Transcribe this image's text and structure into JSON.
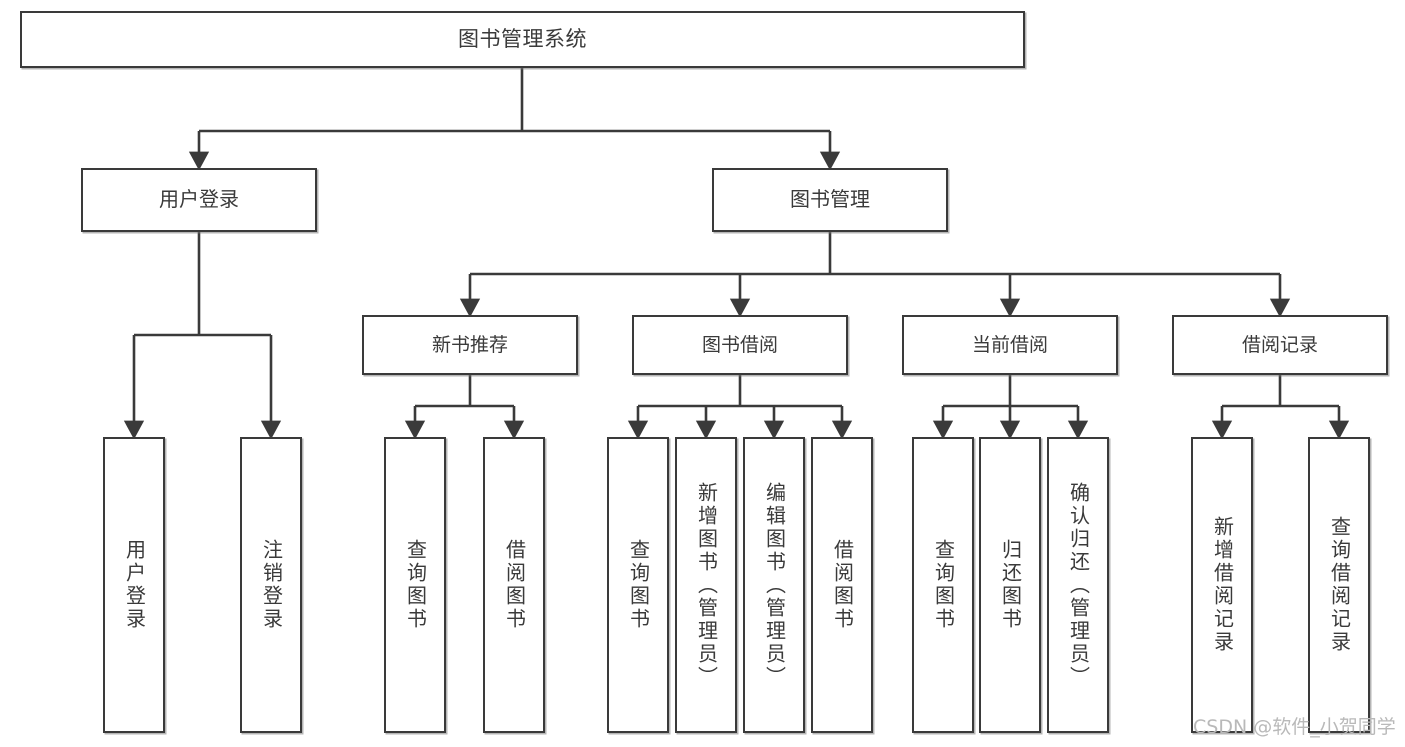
{
  "diagram": {
    "type": "tree",
    "title": "图书管理系统",
    "watermark": "CSDN @软件_小贺同学",
    "colors": {
      "stroke": "#3a3a3a",
      "fill": "#ffffff",
      "text": "#3a3a3a",
      "watermark": "#b9b9b9",
      "background": "#ffffff"
    },
    "nodes": {
      "root": {
        "label": "图书管理系统"
      },
      "level2": [
        {
          "id": "user-login",
          "label": "用户登录"
        },
        {
          "id": "book-management",
          "label": "图书管理"
        }
      ],
      "level3": [
        {
          "id": "new-book-recommend",
          "label": "新书推荐"
        },
        {
          "id": "book-borrow",
          "label": "图书借阅"
        },
        {
          "id": "current-borrow",
          "label": "当前借阅"
        },
        {
          "id": "borrow-record",
          "label": "借阅记录"
        }
      ],
      "leaves": {
        "user-login": [
          {
            "id": "leaf-user-login",
            "label": "用户登录"
          },
          {
            "id": "leaf-logout-login",
            "label": "注销登录"
          }
        ],
        "new-book-recommend": [
          {
            "id": "leaf-query-book-1",
            "label": "查询图书"
          },
          {
            "id": "leaf-borrow-book-1",
            "label": "借阅图书"
          }
        ],
        "book-borrow": [
          {
            "id": "leaf-query-book-2",
            "label": "查询图书"
          },
          {
            "id": "leaf-add-book",
            "label": "新增图书（管理员）"
          },
          {
            "id": "leaf-edit-book",
            "label": "编辑图书（管理员）"
          },
          {
            "id": "leaf-borrow-book-2",
            "label": "借阅图书"
          }
        ],
        "current-borrow": [
          {
            "id": "leaf-query-book-3",
            "label": "查询图书"
          },
          {
            "id": "leaf-return-book",
            "label": "归还图书"
          },
          {
            "id": "leaf-confirm-return",
            "label": "确认归还（管理员）"
          }
        ],
        "borrow-record": [
          {
            "id": "leaf-add-record",
            "label": "新增借阅记录"
          },
          {
            "id": "leaf-query-record",
            "label": "查询借阅记录"
          }
        ]
      }
    }
  }
}
